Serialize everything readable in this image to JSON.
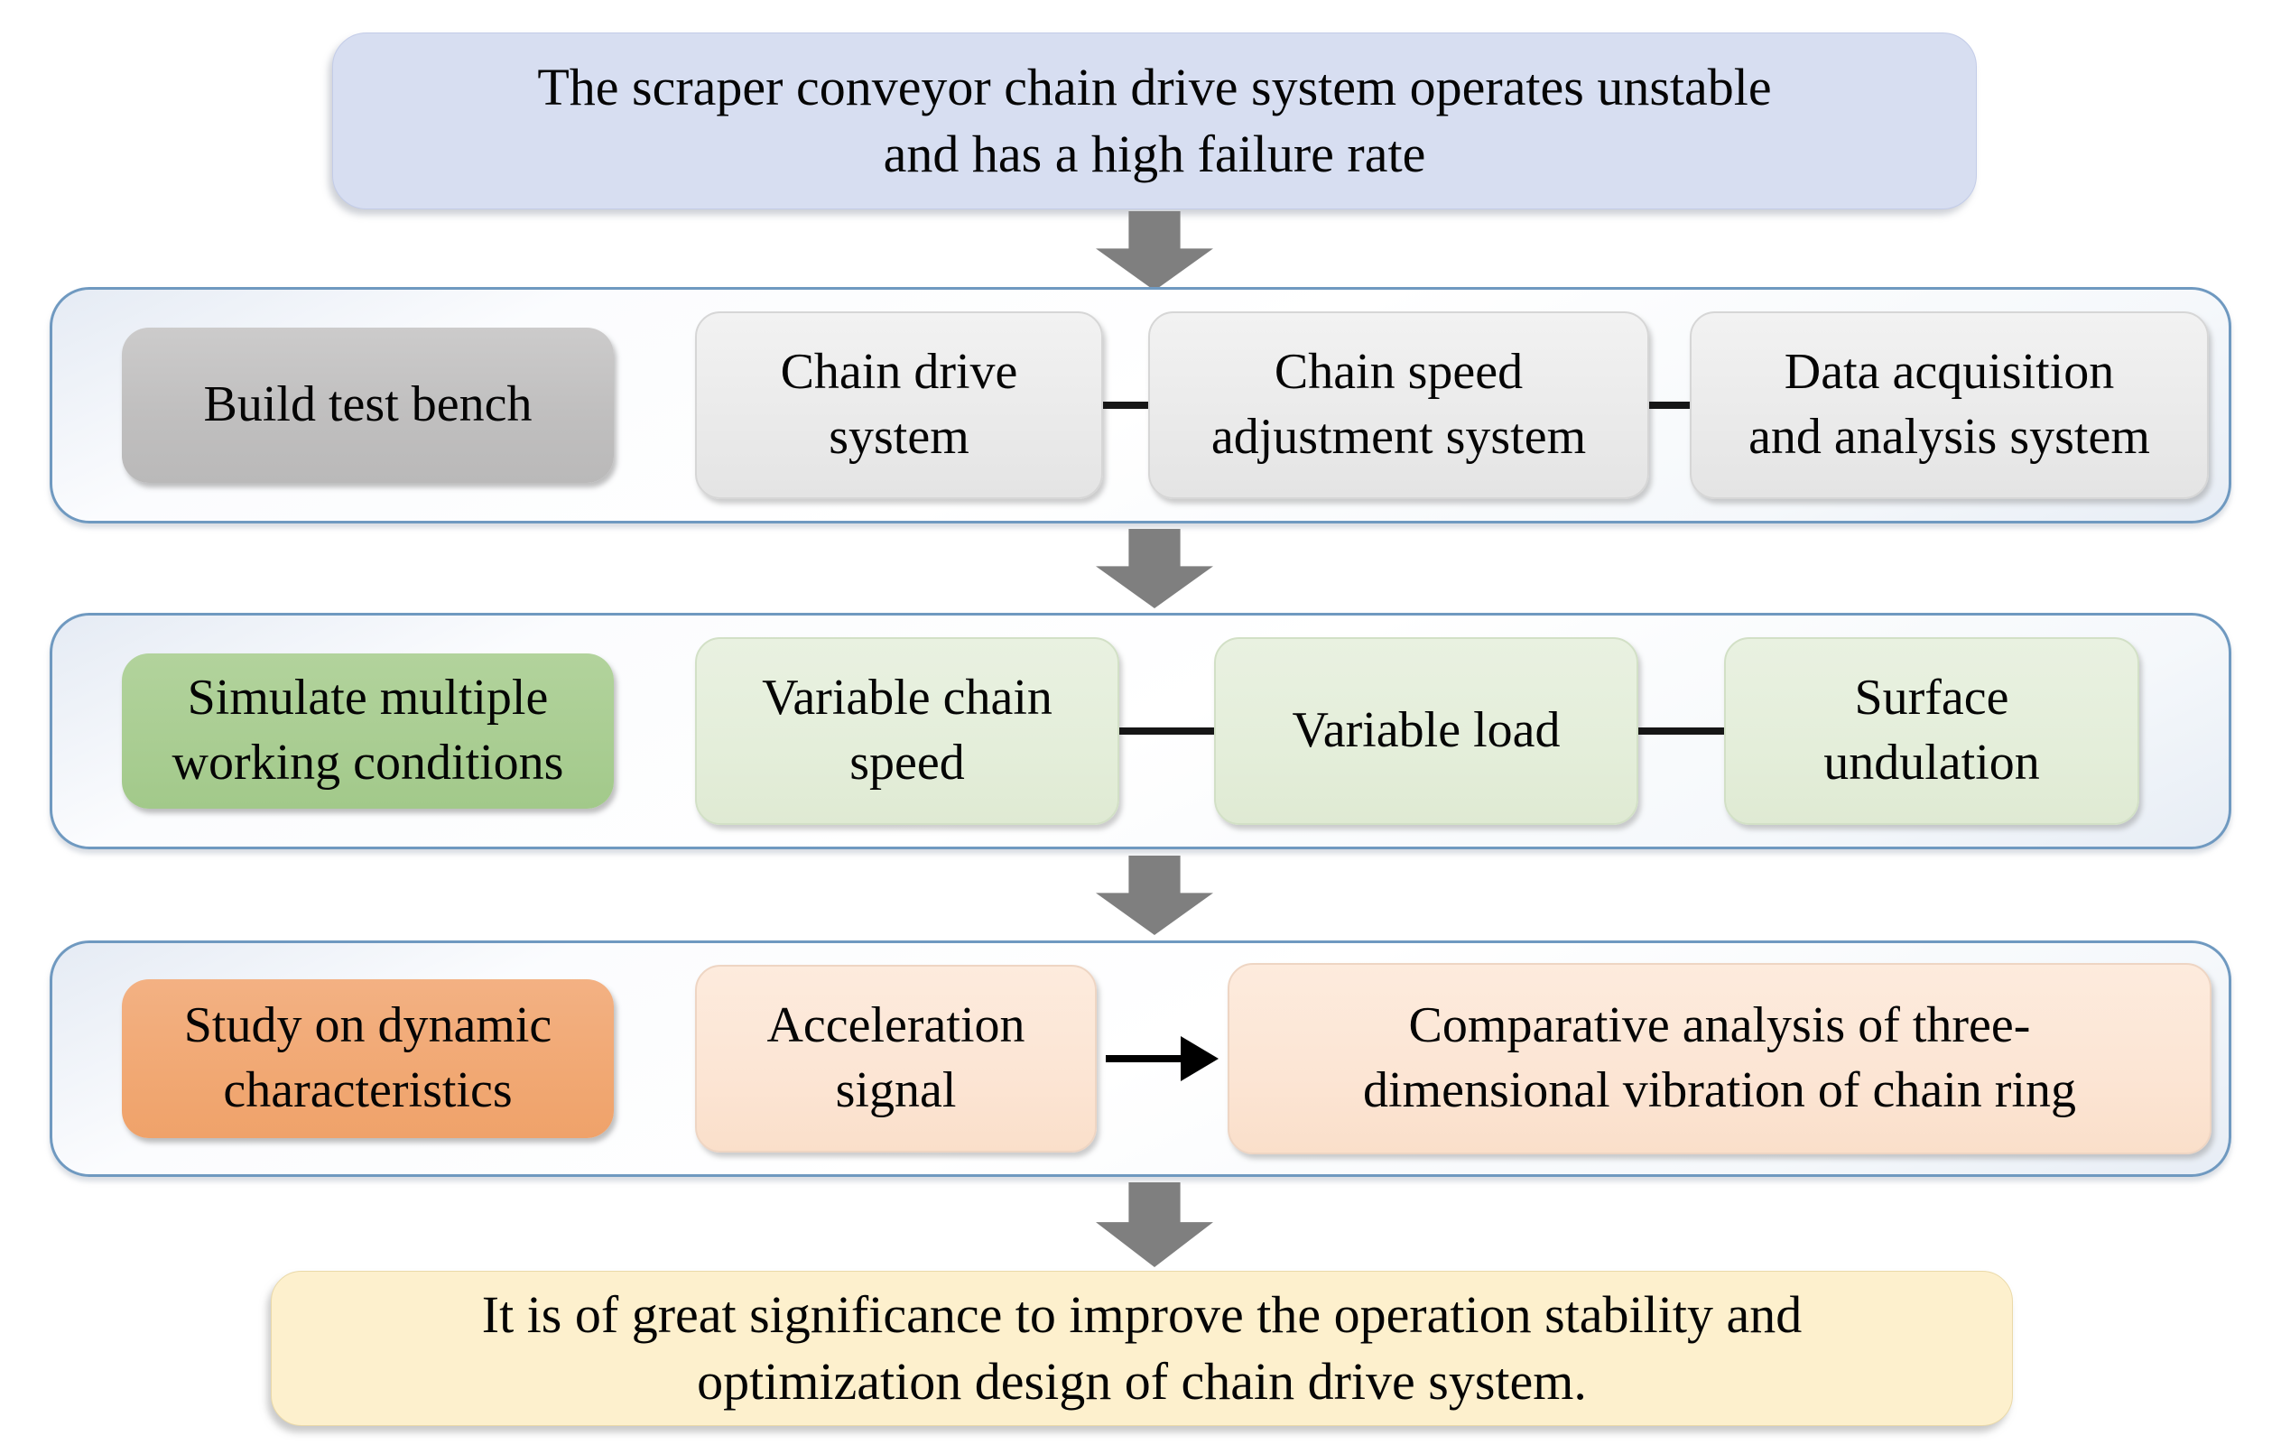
{
  "flowchart": {
    "problem": "The scraper conveyor chain drive system operates unstable\nand has a high failure rate",
    "rows": [
      {
        "label": "Build test bench",
        "items": [
          "Chain drive\nsystem",
          "Chain speed\nadjustment system",
          "Data acquisition\nand analysis system"
        ]
      },
      {
        "label": "Simulate multiple\nworking conditions",
        "items": [
          "Variable chain\nspeed",
          "Variable load",
          "Surface\nundulation"
        ]
      },
      {
        "label": "Study on dynamic\ncharacteristics",
        "items": [
          "Acceleration\nsignal",
          "Comparative analysis of three-\ndimensional vibration of chain ring"
        ]
      }
    ],
    "conclusion": "It is of great significance to improve the operation stability and\noptimization design of chain drive system.",
    "colors": {
      "problem_fill": "#d7def1",
      "row_border": "#6f99c0",
      "row1_label_fill": "#c0bfbf",
      "row1_item_fill": "#eaeaea",
      "row2_label_fill": "#a9cd92",
      "row2_item_fill": "#e4eeda",
      "row3_label_fill": "#f1a873",
      "row3_item_fill": "#fce5d4",
      "conclusion_fill": "#fdf0cd",
      "block_arrow": "#7f7f7f",
      "connector": "#161616"
    }
  }
}
